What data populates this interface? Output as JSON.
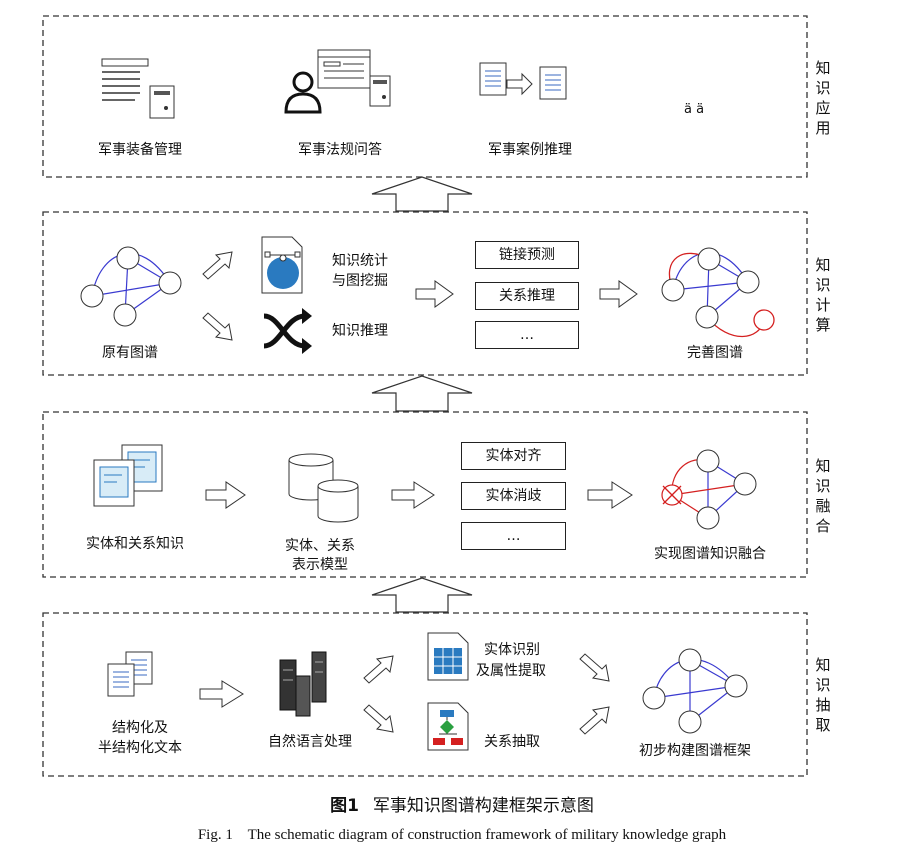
{
  "panels": {
    "application": {
      "side_label": [
        "知",
        "识",
        "应",
        "用"
      ],
      "items": [
        "军事装备管理",
        "军事法规问答",
        "军事案例推理"
      ],
      "extra": "ä ä"
    },
    "computation": {
      "side_label": [
        "知",
        "识",
        "计",
        "算"
      ],
      "source": "原有图谱",
      "method1": [
        "知识统计",
        "与图挖掘"
      ],
      "method2": "知识推理",
      "boxes": [
        "链接预测",
        "关系推理",
        "…"
      ],
      "result": "完善图谱"
    },
    "fusion": {
      "side_label": [
        "知",
        "识",
        "融",
        "合"
      ],
      "source": "实体和关系知识",
      "model": [
        "实体、关系",
        "表示模型"
      ],
      "boxes": [
        "实体对齐",
        "实体消歧",
        "…"
      ],
      "result": "实现图谱知识融合"
    },
    "extraction": {
      "side_label": [
        "知",
        "识",
        "抽",
        "取"
      ],
      "source": [
        "结构化及",
        "半结构化文本"
      ],
      "nlp": "自然语言处理",
      "task1": [
        "实体识别",
        "及属性提取"
      ],
      "task2": "关系抽取",
      "result": "初步构建图谱框架"
    }
  },
  "caption": {
    "figure_no": "图1",
    "title_cn": "军事知识图谱构建框架示意图",
    "title_en": "Fig. 1    The schematic diagram of construction framework of military knowledge graph"
  },
  "colors": {
    "graph_edge": "#3a3ad0",
    "highlight": "#d42020",
    "icon_blue": "#2a7ac0"
  }
}
